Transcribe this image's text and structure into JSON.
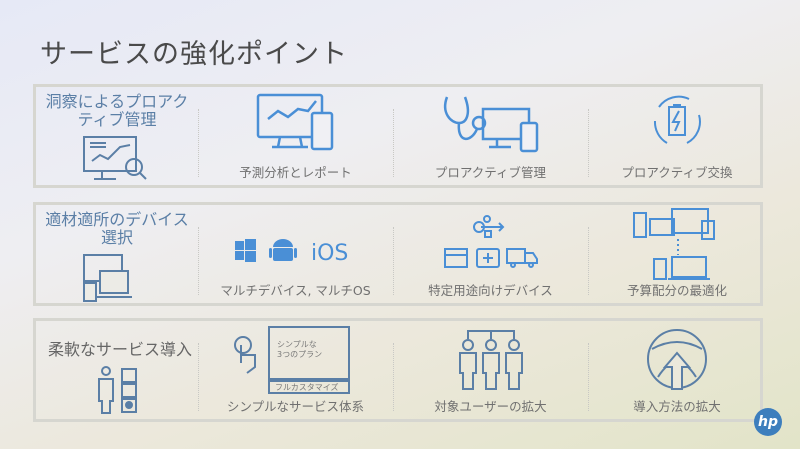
{
  "title": "サービスの強化ポイント",
  "accent": "#4a8fd6",
  "rows": [
    {
      "heading": "洞察によるプロアクティブ管理",
      "heading_icon": "analytics-monitor-magnifier-icon",
      "items": [
        {
          "label": "予測分析とレポート",
          "icon": "monitor-phone-chart-icon"
        },
        {
          "label": "プロアクティブ管理",
          "icon": "stethoscope-devices-icon"
        },
        {
          "label": "プロアクティブ交換",
          "icon": "battery-cycle-icon"
        }
      ]
    },
    {
      "heading": "適材適所のデバイス選択",
      "heading_icon": "multi-device-icon",
      "items": [
        {
          "label": "マルチデバイス, マルチOS",
          "icon": "windows-android-ios-icon",
          "ios_text": "iOS"
        },
        {
          "label": "特定用途向けデバイス",
          "icon": "usb-store-medical-truck-icon"
        },
        {
          "label": "予算配分の最適化",
          "icon": "device-allocation-icon"
        }
      ]
    },
    {
      "heading": "柔軟なサービス導入",
      "heading_icon": "person-options-icon",
      "items": [
        {
          "label": "シンプルなサービス体系",
          "icon": "touch-plan-icon",
          "plan_line1": "シンプルな",
          "plan_line2": "3つのプラン",
          "plan_custom": "フルカスタマイズ"
        },
        {
          "label": "対象ユーザーの拡大",
          "icon": "user-group-icon"
        },
        {
          "label": "導入方法の拡大",
          "icon": "globe-arrow-icon"
        }
      ]
    }
  ],
  "logo": "hp"
}
